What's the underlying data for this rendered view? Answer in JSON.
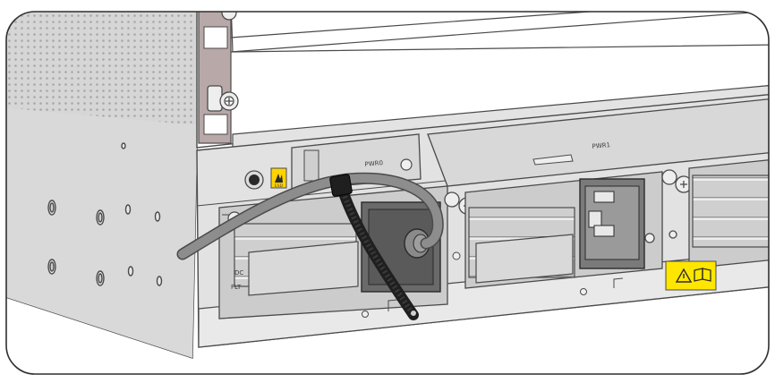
{
  "figure": {
    "kind": "line-art illustration",
    "colors": {
      "chassis_light": "#d9d9d9",
      "chassis_mid": "#c4c4c4",
      "chassis_dark": "#9a9a9a",
      "outline": "#4a4a4a",
      "cable": "#8d8d8d",
      "tie": "#1f1f1f",
      "warning_label": "#ffe600",
      "esd_label": "#ffd400"
    }
  },
  "labels": {
    "slot_left": "PWR0",
    "slot_right": "PWR1",
    "led_text_1": "DC",
    "led_text_2": "FLT",
    "esd_text": "ESD"
  },
  "icons": {
    "warning": "warning-triangle-icon",
    "manual": "open-book-icon",
    "esd": "esd-hand-icon"
  }
}
